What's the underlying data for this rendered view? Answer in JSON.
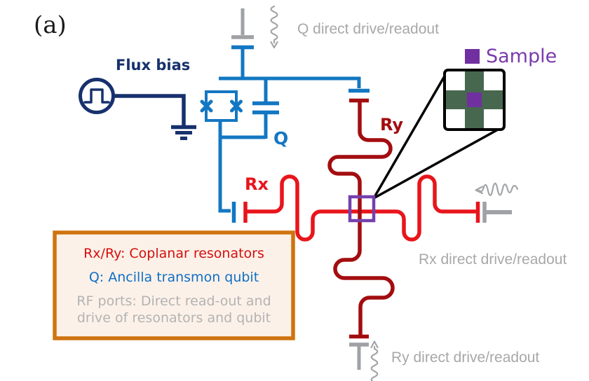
{
  "figure": {
    "panel_label": "(a)"
  },
  "components": {
    "flux_bias": "Flux bias",
    "qubit": "Q",
    "resonator_x": "Rx",
    "resonator_y": "Ry",
    "sample": "Sample"
  },
  "ports": {
    "q": "Q direct drive/readout",
    "rx": "Rx direct drive/readout",
    "ry": "Ry direct drive/readout"
  },
  "legend": {
    "resonators": "Rx/Ry: Coplanar resonators",
    "qubit": "Q: Ancilla transmon qubit",
    "rf_line1": "RF ports: Direct read-out and",
    "rf_line2": "drive of resonators and qubit"
  },
  "colors": {
    "flux_bias_navy": "#16316d",
    "qubit_blue": "#1377c2",
    "resonator_x_red": "#e8151b",
    "resonator_y_dark_red": "#a30d10",
    "port_gray": "#9fa1a4",
    "port_label_gray": "#a8a8a8",
    "sample_purple": "#7030a0",
    "sample_text_purple": "#7a3bad",
    "crossing_square_purple": "#7440ad",
    "inset_green": "#47684e",
    "legend_border_orange": "#cf7310",
    "legend_background": "#fcf1e8",
    "legend_red": "#d40f0f",
    "legend_blue": "#0f6fc6",
    "legend_gray": "#b3b3b3"
  }
}
